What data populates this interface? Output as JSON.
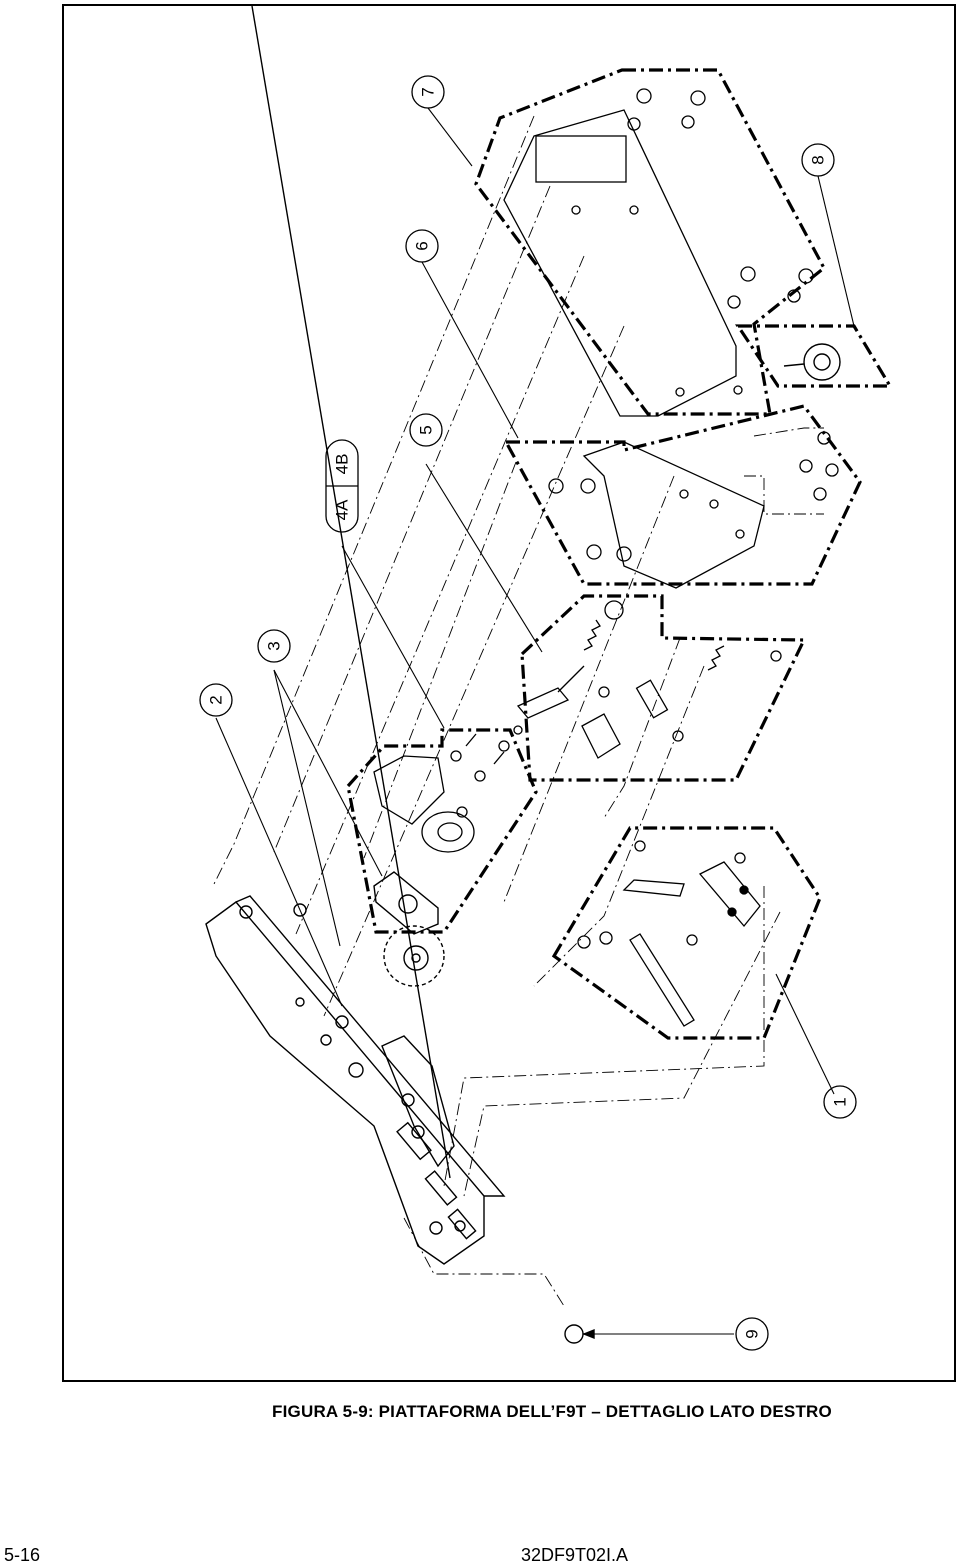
{
  "figure": {
    "caption": "FIGURA 5-9: PIATTAFORMA DELL’F9T – DETTAGLIO LATO DESTRO",
    "callouts": [
      "1",
      "2",
      "3",
      "4A",
      "4B",
      "5",
      "6",
      "7",
      "8",
      "9"
    ]
  },
  "footer": {
    "page_number": "5-16",
    "document_code": "32DF9T02I.A"
  }
}
